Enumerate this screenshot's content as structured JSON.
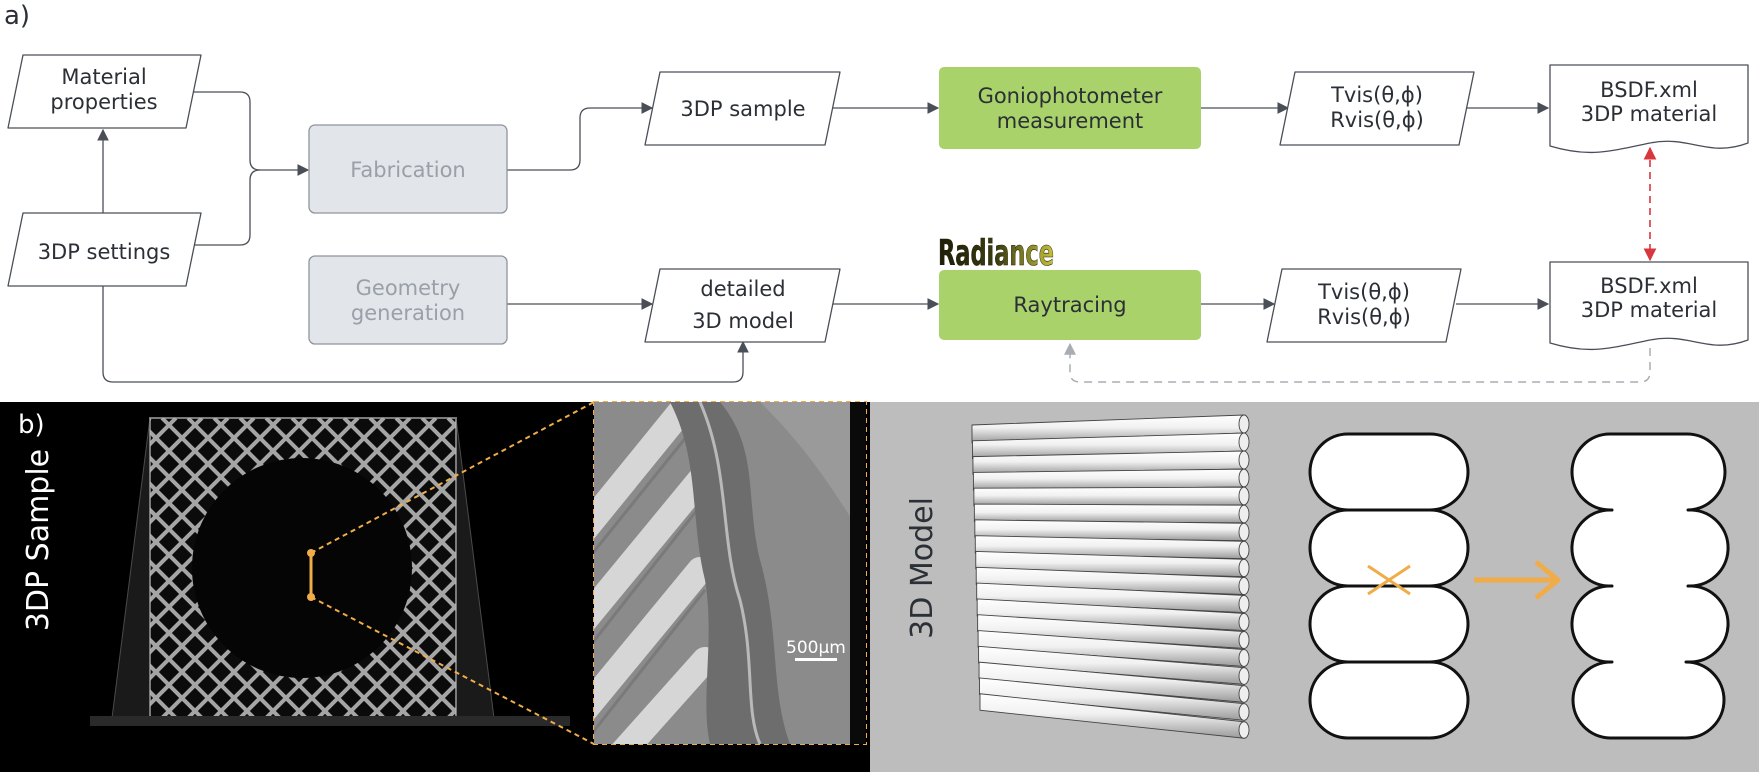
{
  "panel_a": {
    "label": "a)",
    "nodes": {
      "material_properties": [
        "Material",
        "properties"
      ],
      "settings": "3DP settings",
      "fabrication": "Fabrication",
      "geometry_generation": [
        "Geometry",
        "generation"
      ],
      "sample": "3DP sample",
      "detailed_model": [
        "detailed",
        "3D model"
      ],
      "goniophotometer": [
        "Goniophotometer",
        "measurement"
      ],
      "raytracing": "Raytracing",
      "radiance_logo": "Radiance",
      "tvis_rvis_top": [
        "Tvis(θ,ϕ)",
        "Rvis(θ,ϕ)"
      ],
      "tvis_rvis_bottom": [
        "Tvis(θ,ϕ)",
        "Rvis(θ,ϕ)"
      ],
      "bsdf_top": [
        "BSDF.xml",
        "3DP material"
      ],
      "bsdf_bottom": [
        "BSDF.xml",
        "3DP material"
      ]
    },
    "colors": {
      "process_fill": "#a9d26a",
      "gray_fill": "#e2e5ea",
      "line": "#4a4f57",
      "red_dash": "#d9363e",
      "gray_dash": "#a8adb4"
    }
  },
  "panel_b": {
    "label": "b)",
    "sample_label": "3DP Sample",
    "model_label": "3D Model",
    "scale_bar": "500μm",
    "colors": {
      "accent": "#f0ac48",
      "photo_bg": "#000000",
      "model_bg": "#bdbdbd"
    }
  }
}
